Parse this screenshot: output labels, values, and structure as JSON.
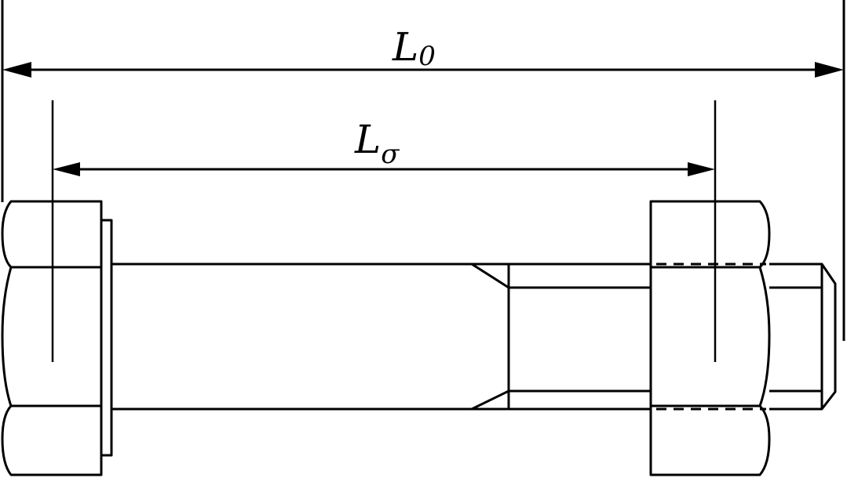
{
  "dimensions": {
    "overall_length": {
      "symbol": "L",
      "subscript": "0"
    },
    "stress_length": {
      "symbol": "L",
      "subscript": "σ"
    }
  }
}
